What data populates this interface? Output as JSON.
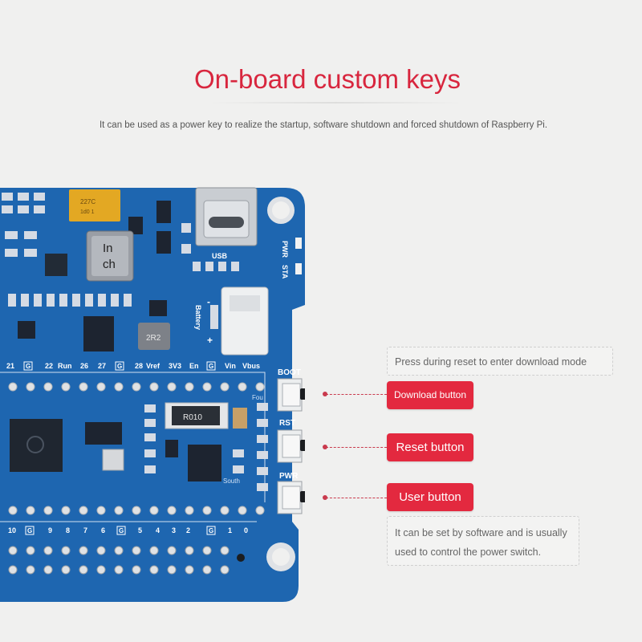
{
  "page": {
    "title": "On-board custom keys",
    "subtitle": "It can be used as a power key to realize the startup, software shutdown and forced shutdown of Raspberry Pi."
  },
  "board": {
    "usb_label": "USB",
    "pwr_led_label": "PWR",
    "sta_led_label": "STA",
    "battery_label": "Battery",
    "minus_label": "-",
    "plus_label": "+",
    "inductor_label_1": "In",
    "inductor_label_2": "ch",
    "inductor2_label": "2R2",
    "resistor_label": "R010",
    "capacitor_label_1": "227C",
    "capacitor_label_2": "1d0 1",
    "header_top_labels": [
      "21",
      "G",
      "22",
      "Run",
      "26",
      "27",
      "G",
      "28",
      "Vref",
      "3V3",
      "En",
      "G",
      "Vin",
      "Vbus"
    ],
    "header_bottom_labels": [
      "10",
      "G",
      "9",
      "8",
      "7",
      "6",
      "G",
      "5",
      "4",
      "3",
      "2",
      "G",
      "1",
      "0"
    ],
    "boot_label": "BOOT",
    "rst_label": "RST",
    "pwr_label": "PWR",
    "fou_label": "Fou",
    "south_label": "South"
  },
  "callouts": {
    "download_hint": "Press during reset to enter download mode",
    "download_button": "Download button",
    "reset_button": "Reset button",
    "user_button": "User button",
    "user_hint_line1": "It can be set by software and is usually",
    "user_hint_line2": "used to control the power switch."
  },
  "colors": {
    "accent": "#e3293f",
    "title": "#d8263e",
    "pcb": "#1e66b0",
    "background": "#f0f0ef"
  }
}
